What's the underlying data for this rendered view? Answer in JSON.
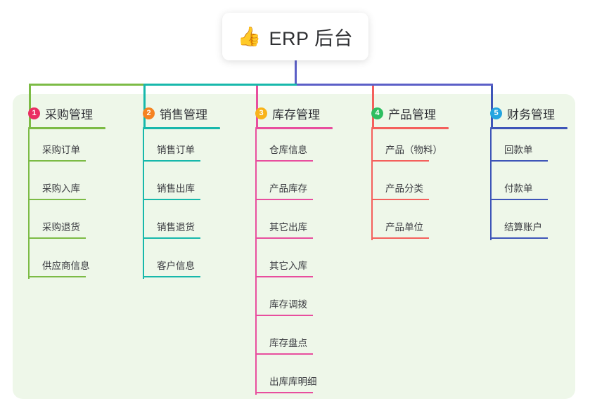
{
  "root": {
    "emoji": "👍",
    "emoji_name": "thumbs-up-icon",
    "title": "ERP 后台"
  },
  "theme": {
    "page_background": "#ffffff",
    "panel_background": "#eef7e9",
    "card_background": "#ffffff",
    "title_text_color": "#2f3033",
    "item_text_color": "#3b3c41",
    "stem_color": "#5b5fc7"
  },
  "columns": [
    {
      "number": "1",
      "title": "采购管理",
      "badge_color": "#ea2e62",
      "line_color": "#7cbb45",
      "items": [
        {
          "label": "采购订单"
        },
        {
          "label": "采购入库"
        },
        {
          "label": "采购退货"
        },
        {
          "label": "供应商信息"
        }
      ]
    },
    {
      "number": "2",
      "title": "销售管理",
      "badge_color": "#f58220",
      "line_color": "#17b8ab",
      "items": [
        {
          "label": "销售订单"
        },
        {
          "label": "销售出库"
        },
        {
          "label": "销售退货"
        },
        {
          "label": "客户信息"
        }
      ]
    },
    {
      "number": "3",
      "title": "库存管理",
      "badge_color": "#f8b319",
      "line_color": "#e84e9e",
      "items": [
        {
          "label": "仓库信息"
        },
        {
          "label": "产品库存"
        },
        {
          "label": "其它出库"
        },
        {
          "label": "其它入库"
        },
        {
          "label": "库存调拨"
        },
        {
          "label": "库存盘点"
        },
        {
          "label": "出库库明细"
        }
      ]
    },
    {
      "number": "4",
      "title": "产品管理",
      "badge_color": "#2dbe60",
      "line_color": "#f4605c",
      "items": [
        {
          "label": "产品（物料）"
        },
        {
          "label": "产品分类"
        },
        {
          "label": "产品单位"
        }
      ]
    },
    {
      "number": "5",
      "title": "财务管理",
      "badge_color": "#24a5e0",
      "line_color": "#3e55b8",
      "items": [
        {
          "label": "回款单"
        },
        {
          "label": "付款单"
        },
        {
          "label": "结算账户"
        }
      ]
    }
  ]
}
